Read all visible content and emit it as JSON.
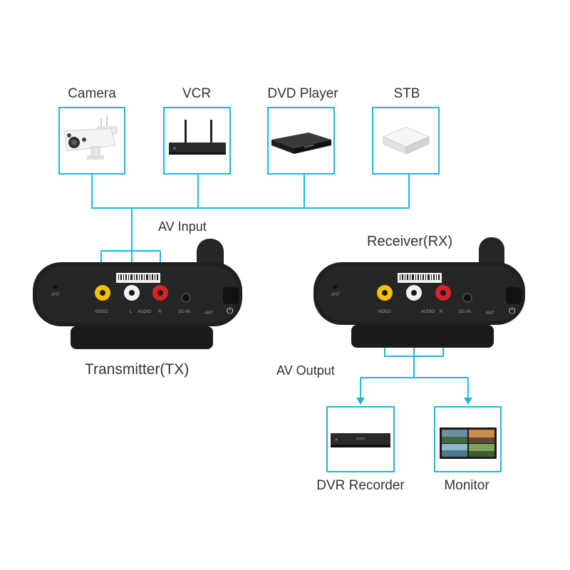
{
  "sources": [
    {
      "label": "Camera",
      "icon": "camera-icon"
    },
    {
      "label": "VCR",
      "icon": "vcr-icon"
    },
    {
      "label": "DVD Player",
      "icon": "dvd-player-icon"
    },
    {
      "label": "STB",
      "icon": "stb-icon"
    }
  ],
  "av_input_label": "AV Input",
  "av_output_label": "AV Output",
  "transmitter": {
    "label": "Transmitter(TX)",
    "ports": {
      "ant": "ANT",
      "video": "VIDEO",
      "l": "L",
      "audio": "AUDIO",
      "r": "R",
      "dcin": "DC-IN",
      "ant2": "ANT"
    }
  },
  "receiver": {
    "label": "Receiver(RX)",
    "ports": {
      "ant": "ANT",
      "video": "VIDEO",
      "audio": "AUDIO",
      "r": "R",
      "dcin": "DC-IN",
      "ant2": "ANT"
    }
  },
  "outputs": [
    {
      "label": "DVR Recorder",
      "icon": "dvr-recorder-icon"
    },
    {
      "label": "Monitor",
      "icon": "monitor-icon"
    }
  ],
  "colors": {
    "line": "#1fb6e0",
    "device": "#1f1f1f",
    "video_jack": "#f2c200",
    "left_jack": "#f2f2f2",
    "right_jack": "#d8232a"
  }
}
